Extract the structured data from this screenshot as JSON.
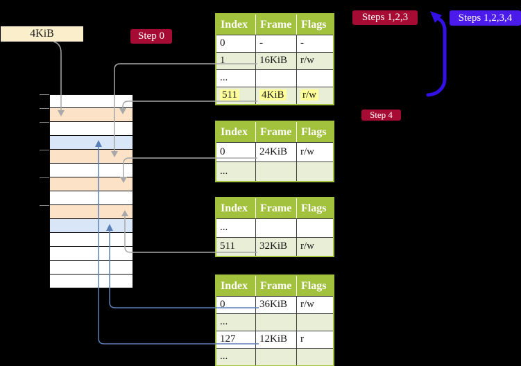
{
  "labels": {
    "frame_box": "4KiB",
    "step0": "Step 0",
    "steps123": "Steps 1,2,3",
    "steps1234": "Steps 1,2,3,4",
    "step4": "Step 4"
  },
  "tables": [
    {
      "headers": [
        "Index",
        "Frame",
        "Flags"
      ],
      "rows": [
        [
          "0",
          "-",
          "-"
        ],
        [
          "1",
          "16KiB",
          "r/w"
        ],
        [
          "...",
          "",
          ""
        ],
        [
          "511",
          "4KiB",
          "r/w"
        ]
      ],
      "highlighted_row": 3
    },
    {
      "headers": [
        "Index",
        "Frame",
        "Flags"
      ],
      "rows": [
        [
          "0",
          "24KiB",
          "r/w"
        ],
        [
          "...",
          "",
          ""
        ]
      ]
    },
    {
      "headers": [
        "Index",
        "Frame",
        "Flags"
      ],
      "rows": [
        [
          "...",
          "",
          ""
        ],
        [
          "511",
          "32KiB",
          "r/w"
        ]
      ]
    },
    {
      "headers": [
        "Index",
        "Frame",
        "Flags"
      ],
      "rows": [
        [
          "0",
          "36KiB",
          "r/w"
        ],
        [
          "...",
          "",
          ""
        ],
        [
          "127",
          "12KiB",
          "r"
        ],
        [
          "...",
          "",
          ""
        ]
      ]
    }
  ],
  "memory_strip": {
    "rows": [
      "white",
      "orange",
      "white",
      "blue",
      "orange",
      "white",
      "orange",
      "white",
      "orange",
      "blue",
      "white",
      "white",
      "white",
      "white"
    ]
  },
  "colors": {
    "box_cream": "#faeecb",
    "badge_crimson": "#a60c33",
    "badge_blue": "#4b1bec",
    "arrow_blue": "#3310e6",
    "table_header_bg": "#a2c13c",
    "table_row_alt_bg": "#e9efd6",
    "highlight_yellow": "#ffff99",
    "frame_orange": "#fce3c7",
    "page_blue": "#d9e6f7",
    "connector_gray": "#a8a8a8",
    "connector_steelblue": "#5b80b8"
  }
}
